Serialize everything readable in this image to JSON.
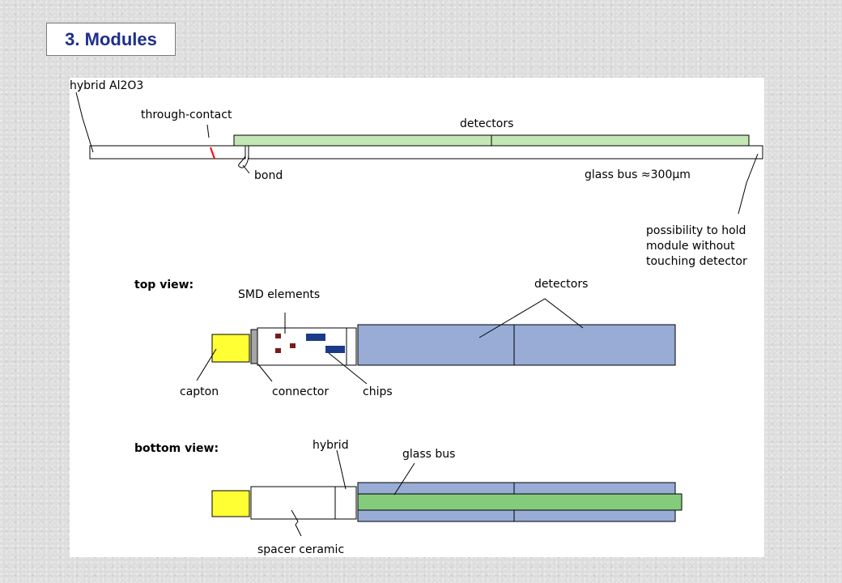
{
  "slide": {
    "title": "3. Modules"
  },
  "side_view": {
    "hybrid_label": "hybrid Al2O3",
    "through_contact_label": "through-contact",
    "detectors_label": "detectors",
    "bond_label": "bond",
    "glass_bus_label": "glass bus ≈300μm",
    "hold_note": [
      "possibility to hold",
      "module without",
      "touching detector"
    ]
  },
  "top_view": {
    "heading": "top view:",
    "smd_label": "SMD elements",
    "detectors_label": "detectors",
    "capton_label": "capton",
    "connector_label": "connector",
    "chips_label": "chips"
  },
  "bottom_view": {
    "heading": "bottom view:",
    "hybrid_label": "hybrid",
    "glass_bus_label": "glass bus",
    "spacer_label": "spacer ceramic"
  },
  "colors": {
    "title_text": "#1e2f8c",
    "detector_green": "#c4e6b4",
    "detector_blue": "#98acd6",
    "glass_bus_green": "#84cc7c",
    "capton_yellow": "#ffff33",
    "smd_red": "#7a1a1a",
    "chip_blue": "#1a3a8a",
    "through_contact_red": "#ff0000"
  }
}
